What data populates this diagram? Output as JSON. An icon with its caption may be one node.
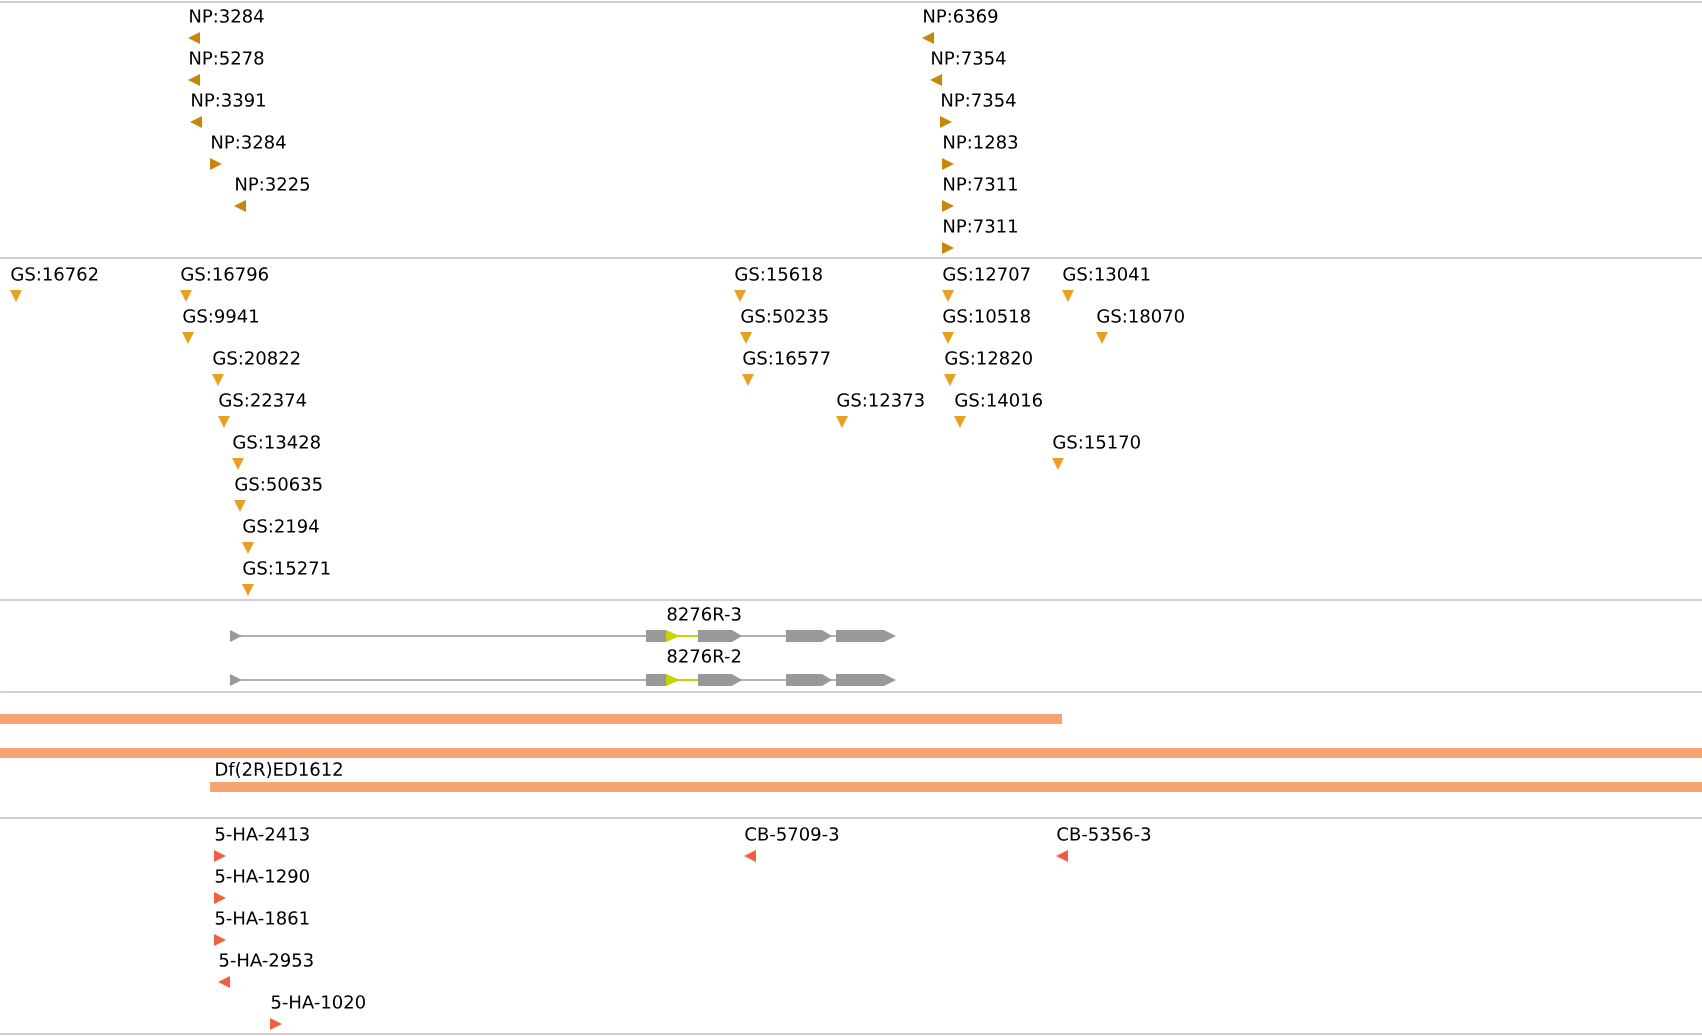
{
  "diagram": {
    "labels": [
      "NP:3284",
      "NP:6369",
      "NP:5278",
      "NP:7354",
      "NP:3391",
      "NP:7354",
      "NP:3284",
      "NP:1283",
      "NP:3225",
      "NP:7311",
      "NP:7311",
      "GS:16762",
      "GS:16796",
      "GS:15618",
      "GS:12707",
      "GS:13041",
      "GS:9941",
      "GS:50235",
      "GS:10518",
      "GS:18070",
      "GS:20822",
      "GS:16577",
      "GS:12820",
      "GS:22374",
      "GS:12373",
      "GS:14016",
      "GS:13428",
      "GS:15170",
      "GS:50635",
      "GS:2194",
      "GS:15271",
      "8276R-3",
      "8276R-2",
      "Df(2R)ED1612",
      "5-HA-2413",
      "CB-5709-3",
      "CB-5356-3",
      "5-HA-1290",
      "5-HA-1861",
      "5-HA-2953",
      "5-HA-1020"
    ]
  }
}
